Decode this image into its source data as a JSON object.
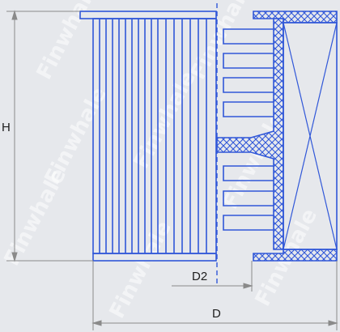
{
  "watermark": {
    "text": "Finwhale"
  },
  "dimensions": {
    "height": "H",
    "inner_diameter": "D2",
    "outer_diameter": "D"
  },
  "colors": {
    "background": "#e6e8ec",
    "stroke": "#3057d8",
    "hatch": "#3057d8",
    "dimension_line": "#8a8a8a",
    "text": "#1e1e1e"
  }
}
